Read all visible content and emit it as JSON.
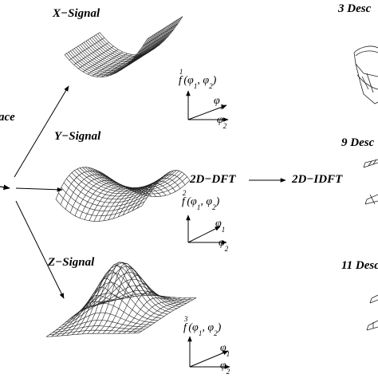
{
  "labels": {
    "x_signal": "X−Signal",
    "y_signal": "Y−Signal",
    "z_signal": "Z−Signal",
    "dft": "2D−DFT",
    "idft": "2D−IDFT",
    "desc_3": "3 Desc",
    "desc_9": "9 Desc",
    "desc_11": "11 Desc",
    "space_partial": "ace"
  },
  "functions": [
    {
      "f": "f",
      "sup": "1",
      "open": "(φ",
      "a": "1",
      "comma": ", φ",
      "b": "2",
      "close": ")"
    },
    {
      "f": "f",
      "sup": "2",
      "open": "(φ",
      "a": "1",
      "comma": ", φ",
      "b": "2",
      "close": ")"
    },
    {
      "f": "f",
      "sup": "3",
      "open": "(φ",
      "a": "1",
      "comma": ", φ",
      "b": "2",
      "close": ")"
    }
  ],
  "axes": {
    "phi": "φ",
    "sub1": "1",
    "sub2": "2"
  },
  "colors": {
    "line": "#000000",
    "mesh": "#222222",
    "background": "#ffffff"
  }
}
